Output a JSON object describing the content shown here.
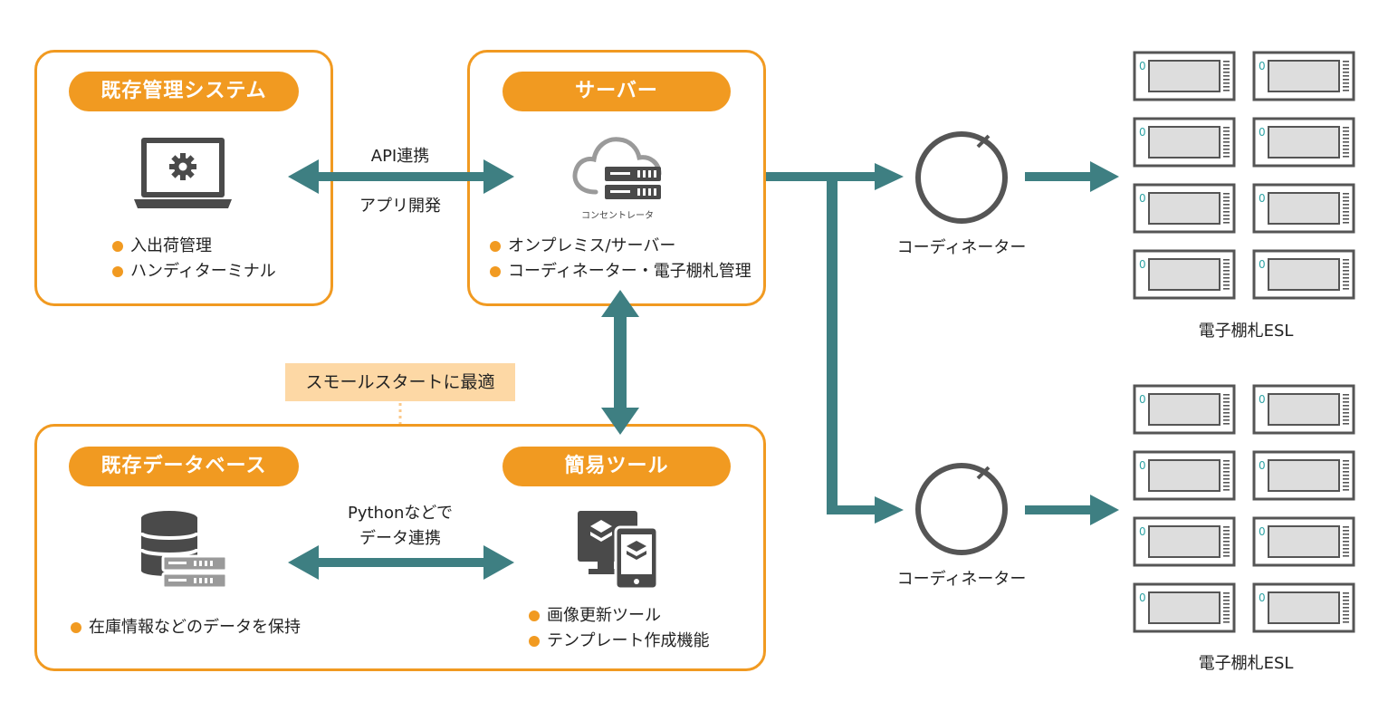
{
  "existing_system": {
    "title": "既存管理システム",
    "bullets": [
      "入出荷管理",
      "ハンディターミナル"
    ]
  },
  "server": {
    "title": "サーバー",
    "icon_caption": "コンセントレータ",
    "bullets": [
      "オンプレミス/サーバー",
      "コーディネーター・電子棚札管理"
    ]
  },
  "api_link": {
    "line1": "API連携",
    "line2": "アプリ開発"
  },
  "small_start": "スモールスタートに最適",
  "existing_db": {
    "title": "既存データベース",
    "bullets": [
      "在庫情報などのデータを保持"
    ]
  },
  "simple_tool": {
    "title": "簡易ツール",
    "bullets": [
      "画像更新ツール",
      "テンプレート作成機能"
    ]
  },
  "python_link": {
    "line1": "Pythonなどで",
    "line2": "データ連携"
  },
  "coordinators": [
    {
      "label": "コーディネーター"
    },
    {
      "label": "コーディネーター"
    }
  ],
  "esl_groups": [
    {
      "label": "電子棚札ESL",
      "tag_char": "0"
    },
    {
      "label": "電子棚札ESL",
      "tag_char": "0"
    }
  ],
  "colors": {
    "accent": "#f19a21",
    "arrow": "#3e7f82",
    "icon_dark": "#4a4a4a",
    "icon_light": "#9a9a9a",
    "esl_tag": "#2fa3a5"
  }
}
